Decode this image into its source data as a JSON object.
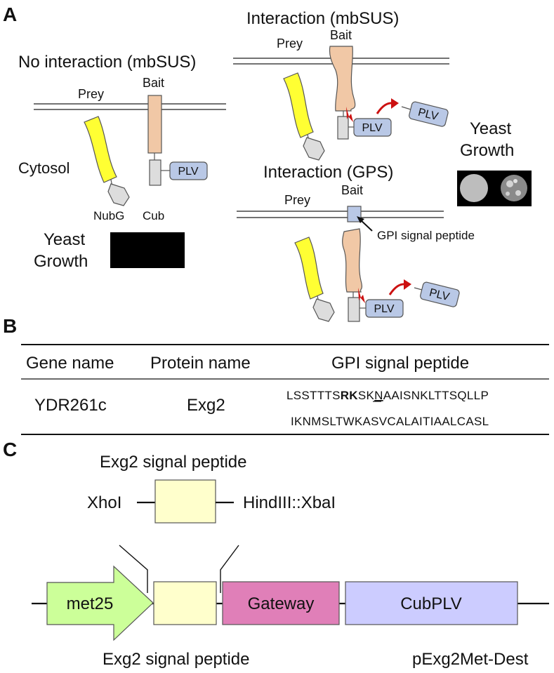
{
  "panel_a": {
    "letter": "A",
    "no_interaction": {
      "title": "No interaction (mbSUS)",
      "prey_label": "Prey",
      "bait_label": "Bait",
      "cytosol_label": "Cytosol",
      "nubg_label": "NubG",
      "cub_label": "Cub",
      "plv_label": "PLV",
      "yeast_growth_line1": "Yeast",
      "yeast_growth_line2": "Growth"
    },
    "interaction_mbsus": {
      "title": "Interaction (mbSUS)",
      "prey_label": "Prey",
      "bait_label": "Bait",
      "plv_label": "PLV",
      "released_plv_label": "PLV",
      "yeast_growth_line1": "Yeast",
      "yeast_growth_line2": "Growth"
    },
    "interaction_gps": {
      "title": "Interaction (GPS)",
      "prey_label": "Prey",
      "bait_label": "Bait",
      "gpi_label": "GPI signal peptide",
      "plv_label": "PLV",
      "released_plv_label": "PLV"
    }
  },
  "panel_b": {
    "letter": "B",
    "headers": [
      "Gene name",
      "Protein name",
      "GPI signal peptide"
    ],
    "row": {
      "gene": "YDR261c",
      "protein": "Exg2",
      "seq_line1_a": "LSSTTTS",
      "seq_line1_bold": "RK",
      "seq_line1_b": "SK",
      "seq_line1_underline": "N",
      "seq_line1_c": "AAISNKLTTSQLLP",
      "seq_line2": "IKNMSLTWKASVCALAITIAALCASL"
    }
  },
  "panel_c": {
    "letter": "C",
    "top_label": "Exg2 signal peptide",
    "xhoi_label": "XhoI",
    "hindiii_label": "HindIII::XbaI",
    "met25_label": "met25",
    "gateway_label": "Gateway",
    "cubplv_label": "CubPLV",
    "bottom_label": "Exg2 signal peptide",
    "vector_label": "pExg2Met-Dest",
    "colors": {
      "met25": "#ccff99",
      "signal": "#ffffcc",
      "gateway": "#e07fb8",
      "cubplv": "#ccccff"
    }
  }
}
